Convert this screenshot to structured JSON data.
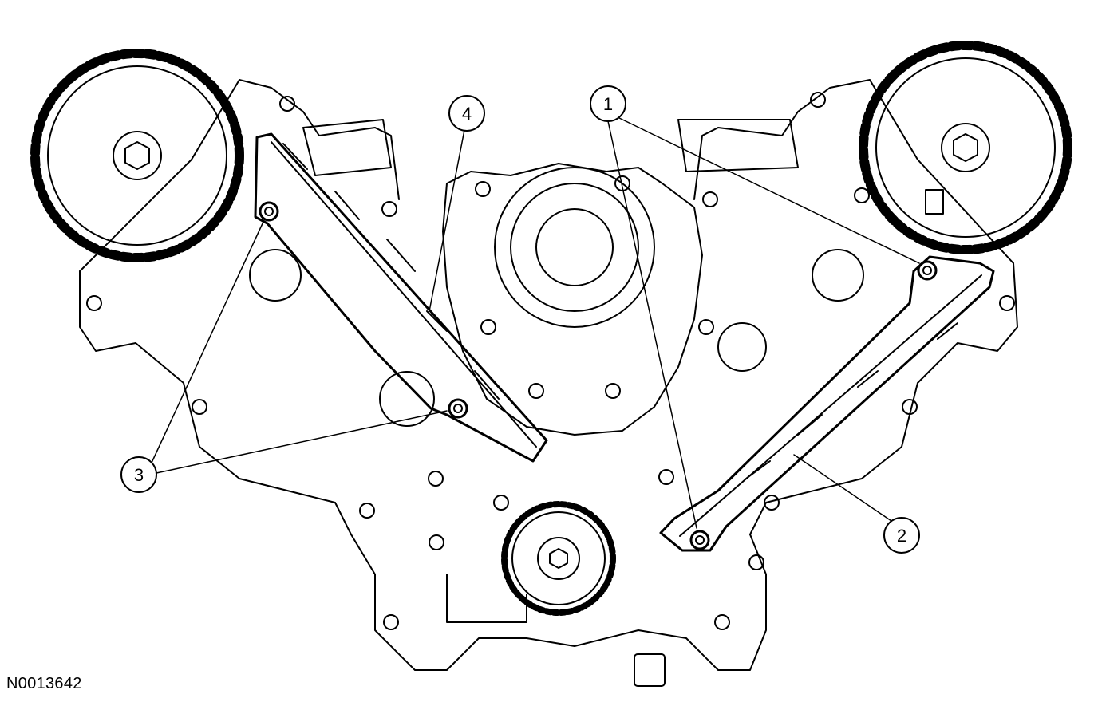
{
  "callouts": [
    {
      "number": "1"
    },
    {
      "number": "2"
    },
    {
      "number": "3"
    },
    {
      "number": "4"
    }
  ],
  "figure_id": "N0013642",
  "colors": {
    "line": "#000000",
    "background": "#ffffff"
  }
}
